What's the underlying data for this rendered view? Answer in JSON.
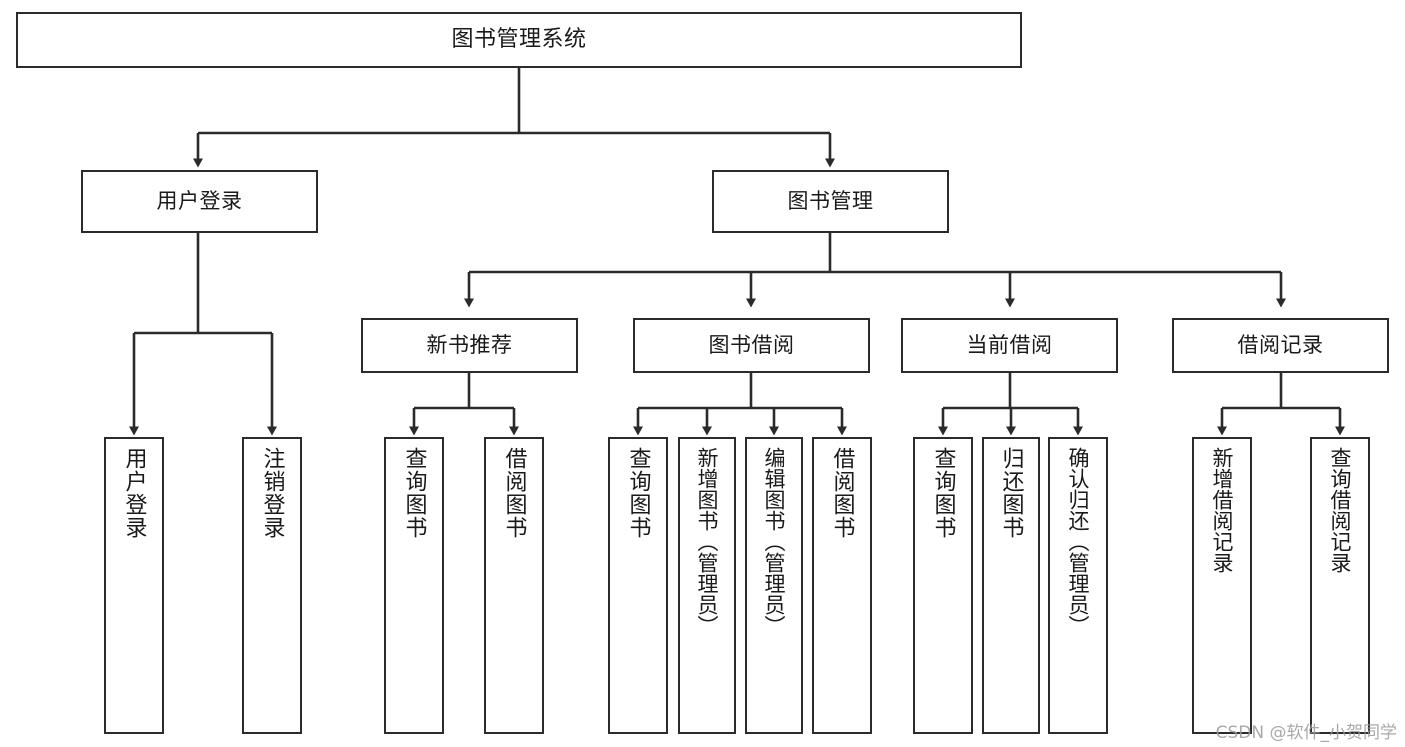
{
  "diagram": {
    "title": "图书管理系统",
    "watermark": "CSDN @软件_小贺同学",
    "colors": {
      "box_border": "#2b2b2b",
      "box_fill": "#ffffff",
      "edge": "#2b2b2b",
      "text": "#1a1a1a",
      "watermark": "#9a9a9a"
    },
    "root": {
      "label": "图书管理系统"
    },
    "level2": [
      {
        "label": "用户登录"
      },
      {
        "label": "图书管理"
      }
    ],
    "level3": [
      {
        "label": "新书推荐"
      },
      {
        "label": "图书借阅"
      },
      {
        "label": "当前借阅"
      },
      {
        "label": "借阅记录"
      }
    ],
    "leaves": {
      "user_login": [
        {
          "label": "用户登录"
        },
        {
          "label": "注销登录"
        }
      ],
      "new_books": [
        {
          "label": "查询图书"
        },
        {
          "label": "借阅图书"
        }
      ],
      "book_borrow": [
        {
          "label": "查询图书"
        },
        {
          "label": "新增图书（管理员）"
        },
        {
          "label": "编辑图书（管理员）"
        },
        {
          "label": "借阅图书"
        }
      ],
      "current_borrow": [
        {
          "label": "查询图书"
        },
        {
          "label": "归还图书"
        },
        {
          "label": "确认归还（管理员）"
        }
      ],
      "borrow_records": [
        {
          "label": "新增借阅记录"
        },
        {
          "label": "查询借阅记录"
        }
      ]
    }
  }
}
